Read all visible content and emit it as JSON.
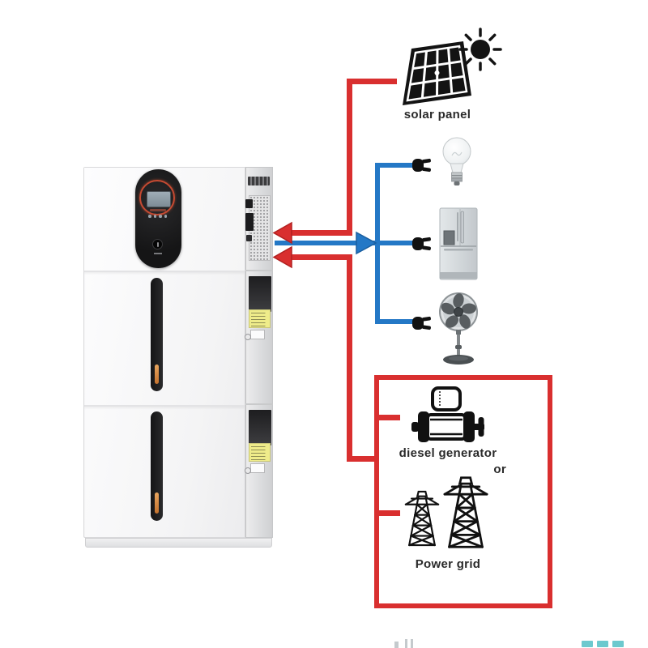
{
  "labels": {
    "solar_panel": "solar panel",
    "diesel_generator": "diesel generator",
    "or_conjunction": "or",
    "power_grid": "Power grid"
  },
  "icons": {
    "sun_icon": "sun with radiating rays",
    "solar_panel_icon": "tilted photovoltaic panel grid",
    "light_bulb_icon": "incandescent light bulb",
    "refrigerator_icon": "french-door refrigerator",
    "pedestal_fan_icon": "standing pedestal fan",
    "power_plug_icon": "two-prong power plug",
    "diesel_generator_icon": "engine generator outline",
    "transmission_tower_icon": "high-voltage lattice tower",
    "red_arrow_left_icon": "red arrowhead pointing left into unit",
    "blue_arrow_right_icon": "blue arrowhead pointing right to loads",
    "energy_storage_unit": "wall inverter stacked on two battery modules"
  },
  "colors": {
    "input_line_red": "#d92f2f",
    "output_line_blue": "#2478c6",
    "control_ring_orange": "#c64a32",
    "strip_indicator_orange": "#d98a45",
    "warning_label_yellow": "#efec8a",
    "watermark_teal": "#6cc9ce"
  }
}
